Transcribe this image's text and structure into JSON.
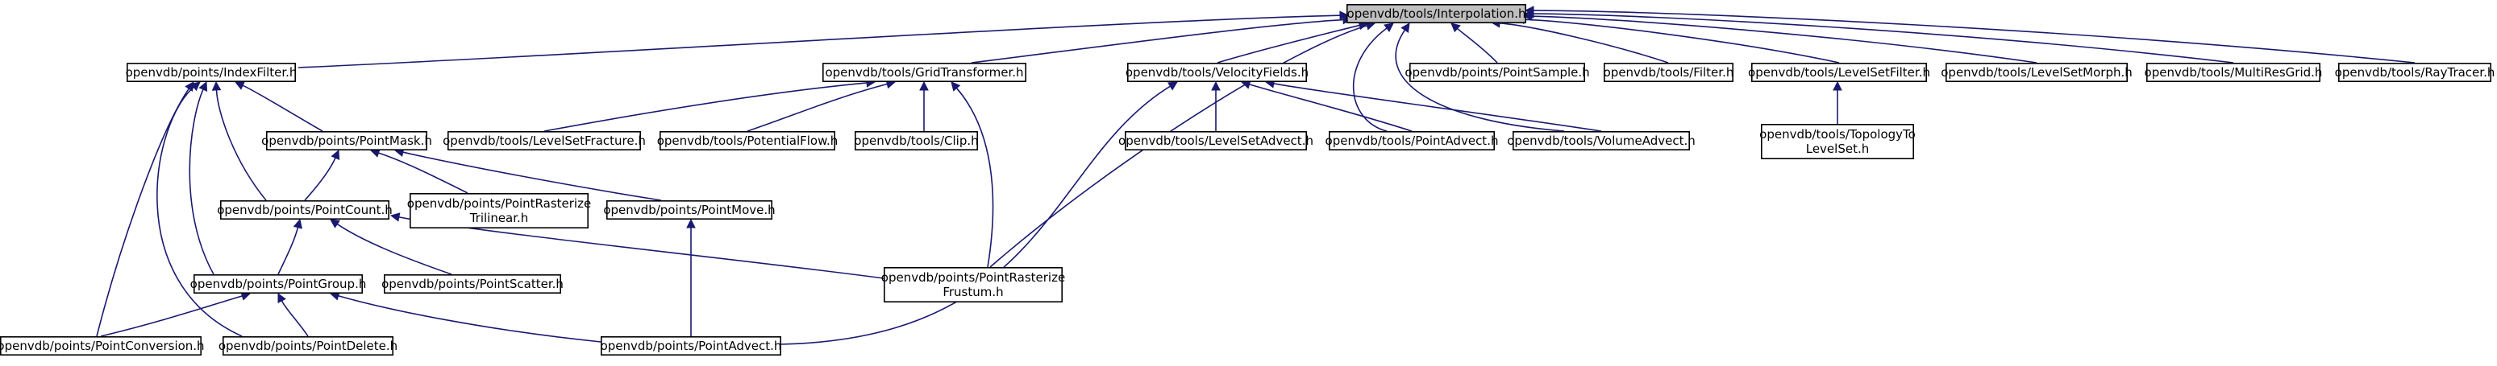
{
  "diagram": {
    "title": "",
    "edge_color": "#191970",
    "root_fill": "#bfbfbf",
    "node_fill": "#ffffff",
    "nodes": [
      {
        "id": "n0",
        "lines": [
          "openvdb/tools/Interpolation.h"
        ],
        "root": true
      },
      {
        "id": "n1",
        "lines": [
          "openvdb/points/IndexFilter.h"
        ]
      },
      {
        "id": "n2",
        "lines": [
          "openvdb/tools/GridTransformer.h"
        ]
      },
      {
        "id": "n3",
        "lines": [
          "openvdb/tools/VelocityFields.h"
        ]
      },
      {
        "id": "n4",
        "lines": [
          "openvdb/points/PointSample.h"
        ]
      },
      {
        "id": "n5",
        "lines": [
          "openvdb/tools/Filter.h"
        ]
      },
      {
        "id": "n6",
        "lines": [
          "openvdb/tools/LevelSetFilter.h"
        ]
      },
      {
        "id": "n7",
        "lines": [
          "openvdb/tools/LevelSetMorph.h"
        ]
      },
      {
        "id": "n8",
        "lines": [
          "openvdb/tools/MultiResGrid.h"
        ]
      },
      {
        "id": "n9",
        "lines": [
          "openvdb/tools/RayTracer.h"
        ]
      },
      {
        "id": "n10",
        "lines": [
          "openvdb/points/PointMask.h"
        ]
      },
      {
        "id": "n11",
        "lines": [
          "openvdb/tools/LevelSetFracture.h"
        ]
      },
      {
        "id": "n12",
        "lines": [
          "openvdb/tools/PotentialFlow.h"
        ]
      },
      {
        "id": "n13",
        "lines": [
          "openvdb/tools/Clip.h"
        ]
      },
      {
        "id": "n14",
        "lines": [
          "openvdb/tools/LevelSetAdvect.h"
        ]
      },
      {
        "id": "n15",
        "lines": [
          "openvdb/tools/PointAdvect.h"
        ]
      },
      {
        "id": "n16",
        "lines": [
          "openvdb/tools/VolumeAdvect.h"
        ]
      },
      {
        "id": "n17",
        "lines": [
          "openvdb/tools/TopologyTo",
          "LevelSet.h"
        ]
      },
      {
        "id": "n18",
        "lines": [
          "openvdb/points/PointCount.h"
        ]
      },
      {
        "id": "n19",
        "lines": [
          "openvdb/points/PointRasterize",
          "Trilinear.h"
        ]
      },
      {
        "id": "n20",
        "lines": [
          "openvdb/points/PointMove.h"
        ]
      },
      {
        "id": "n21",
        "lines": [
          "openvdb/points/PointGroup.h"
        ]
      },
      {
        "id": "n22",
        "lines": [
          "openvdb/points/PointScatter.h"
        ]
      },
      {
        "id": "n23",
        "lines": [
          "openvdb/points/PointRasterize",
          "Frustum.h"
        ]
      },
      {
        "id": "n24",
        "lines": [
          "openvdb/points/PointConversion.h"
        ]
      },
      {
        "id": "n25",
        "lines": [
          "openvdb/points/PointDelete.h"
        ]
      },
      {
        "id": "n26",
        "lines": [
          "openvdb/points/PointAdvect.h"
        ]
      }
    ]
  }
}
